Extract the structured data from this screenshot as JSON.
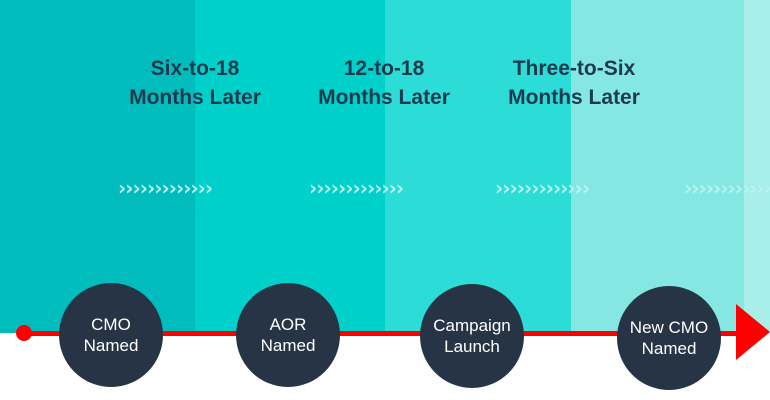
{
  "bands": [
    {
      "color": "#00bcbc"
    },
    {
      "color": "#00d0ca"
    },
    {
      "color": "#2cdcd6"
    },
    {
      "color": "#84e7e2"
    },
    {
      "color": "#a8efea"
    }
  ],
  "periods": [
    {
      "line1": "Six-to-18",
      "line2": "Months Later"
    },
    {
      "line1": "12-to-18",
      "line2": "Months Later"
    },
    {
      "line1": "Three-to-Six",
      "line2": "Months Later"
    }
  ],
  "chevrons": {
    "glyphs": "›››››››››››››",
    "color": "#b8f3f1"
  },
  "timeline": {
    "color": "#ff0000"
  },
  "milestones": [
    {
      "line1": "CMO",
      "line2": "Named"
    },
    {
      "line1": "AOR",
      "line2": "Named"
    },
    {
      "line1": "Campaign",
      "line2": "Launch"
    },
    {
      "line1": "New CMO",
      "line2": "Named"
    }
  ],
  "colors": {
    "circle": "#263445",
    "heading": "#1e3a4e"
  }
}
